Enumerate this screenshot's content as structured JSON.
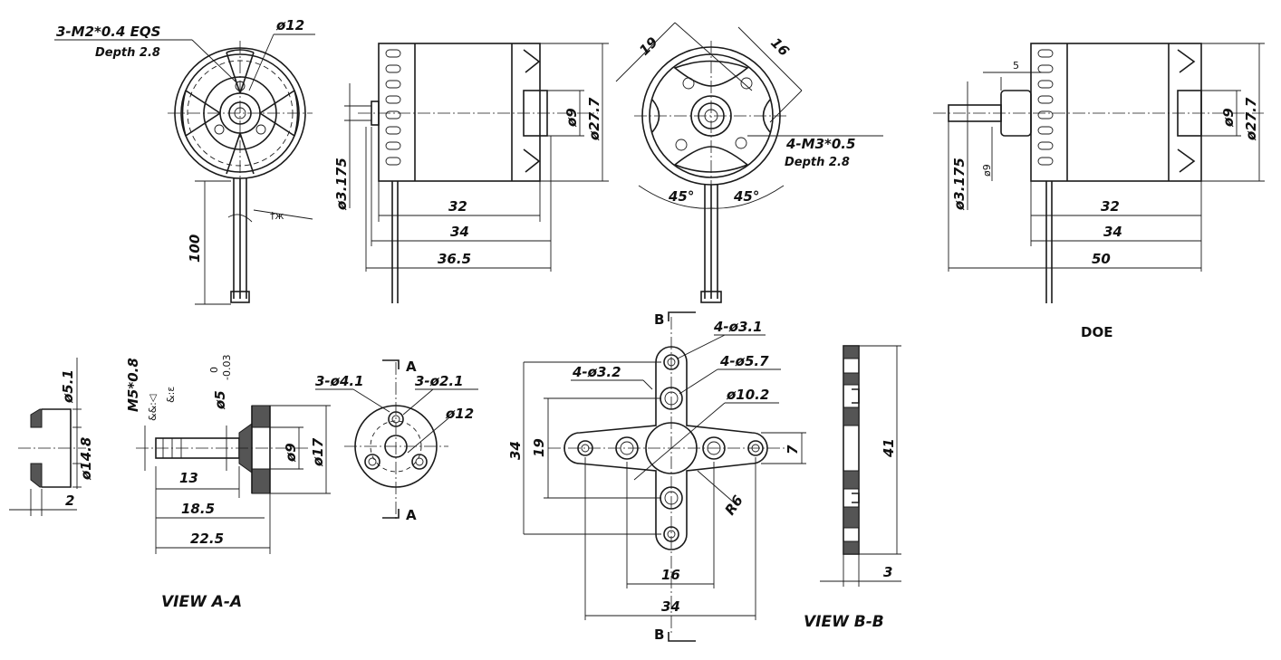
{
  "top": {
    "front": {
      "thread_note": "3-M2*0.4 EQS",
      "depth_note": "Depth 2.8",
      "dia_hub": "ø12",
      "lead_length": "100",
      "lead_note": "†ж"
    },
    "side": {
      "shaft_dia": "ø3.175",
      "bearing_dia": "ø9",
      "body_dia": "ø27.7",
      "len_32": "32",
      "len_34": "34",
      "len_365": "36.5"
    },
    "rear": {
      "span_19": "19",
      "span_16": "16",
      "thread_note": "4-M3*0.5",
      "depth_note": "Depth 2.8",
      "angle_left": "45°",
      "angle_right": "45°"
    },
    "doe": {
      "offset_5": "5",
      "shaft_dia": "ø3.175",
      "collar_dia": "ø9",
      "bearing_dia": "ø9",
      "body_dia": "ø27.7",
      "len_32": "32",
      "len_34": "34",
      "len_50": "50",
      "caption": "DOE"
    }
  },
  "bottom": {
    "washer": {
      "dia_in": "ø5.1",
      "dia_out": "ø14.8",
      "thick": "2"
    },
    "adapter": {
      "thread": "M5*0.8",
      "note_a": "&&:◁",
      "note_b": "&:ε",
      "tol_dia": "ø5",
      "tol_up": "0",
      "tol_low": "-0.03",
      "len_13": "13",
      "len_185": "18.5",
      "len_225": "22.5",
      "dia_9": "ø9",
      "dia_17": "ø17"
    },
    "view_aa": {
      "holes_big": "3-ø4.1",
      "holes_small": "3-ø2.1",
      "dia_12": "ø12",
      "marker_top": "A",
      "marker_bottom": "A",
      "caption": "VIEW A-A"
    },
    "mount": {
      "marker_top": "B",
      "marker_bottom": "B",
      "holes_31": "4-ø3.1",
      "holes_32": "4-ø3.2",
      "holes_57": "4-ø5.7",
      "dia_102": "ø10.2",
      "h_34": "34",
      "h_19": "19",
      "w_7": "7",
      "radius": "R6",
      "w_16": "16",
      "w_34": "34"
    },
    "view_bb": {
      "h_41": "41",
      "t_3": "3",
      "caption": "VIEW B-B"
    }
  }
}
